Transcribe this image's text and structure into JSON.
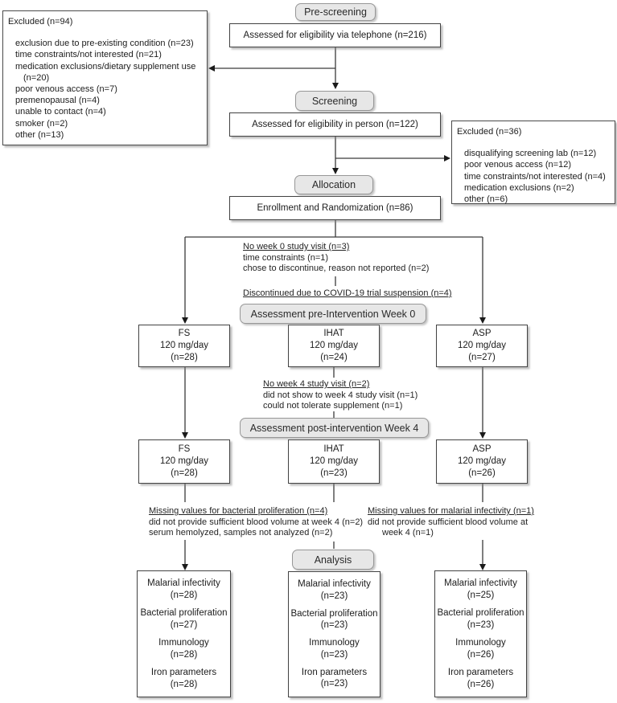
{
  "stages": {
    "pre_screening": "Pre-screening",
    "screening": "Screening",
    "allocation": "Allocation",
    "week0": "Assessment pre-Intervention Week 0",
    "week4": "Assessment post-intervention Week 4",
    "analysis": "Analysis"
  },
  "main_boxes": {
    "telephone": "Assessed for eligibility via telephone (n=216)",
    "in_person": "Assessed for eligibility in person (n=122)",
    "enrollment": "Enrollment and Randomization (n=86)"
  },
  "excluded_prescreening": {
    "title": "Excluded (n=94)",
    "items": [
      "exclusion due to pre-existing condition (n=23)",
      "time constraints/not interested (n=21)",
      "medication exclusions/dietary supplement use (n=20)",
      "poor venous access (n=7)",
      "premenopausal (n=4)",
      "unable to contact (n=4)",
      "smoker (n=2)",
      "other (n=13)"
    ]
  },
  "excluded_screening": {
    "title": "Excluded (n=36)",
    "items": [
      "disqualifying screening lab (n=12)",
      "poor venous access (n=12)",
      "time constraints/not interested (n=4)",
      "medication exclusions (n=2)",
      "other (n=6)"
    ]
  },
  "notes": {
    "no_week0": {
      "title": "No week 0 study visit (n=3)",
      "lines": [
        "time constraints (n=1)",
        "chose to discontinue, reason not reported (n=2)"
      ]
    },
    "covid": {
      "title": "Discontinued due to COVID-19 trial suspension (n=4)"
    },
    "no_week4": {
      "title": "No week 4 study visit (n=2)",
      "lines": [
        "did not show to week 4 study visit (n=1)",
        "could not tolerate supplement (n=1)"
      ]
    },
    "missing_bacterial": {
      "title": "Missing values for bacterial proliferation (n=4)",
      "lines": [
        "did not provide sufficient blood volume at week 4 (n=2)",
        "serum hemolyzed, samples not analyzed (n=2)"
      ]
    },
    "missing_malarial": {
      "title": "Missing values for malarial infectivity (n=1)",
      "lines": [
        "did not provide sufficient blood volume at",
        "week 4 (n=1)"
      ]
    }
  },
  "arms_week0": [
    {
      "name": "FS",
      "dose": "120 mg/day",
      "n": "(n=28)"
    },
    {
      "name": "IHAT",
      "dose": "120 mg/day",
      "n": "(n=24)"
    },
    {
      "name": "ASP",
      "dose": "120 mg/day",
      "n": "(n=27)"
    }
  ],
  "arms_week4": [
    {
      "name": "FS",
      "dose": "120 mg/day",
      "n": "(n=28)"
    },
    {
      "name": "IHAT",
      "dose": "120 mg/day",
      "n": "(n=23)"
    },
    {
      "name": "ASP",
      "dose": "120 mg/day",
      "n": "(n=26)"
    }
  ],
  "analysis_boxes": [
    {
      "entries": [
        {
          "label": "Malarial infectivity",
          "n": "(n=28)"
        },
        {
          "label": "Bacterial proliferation",
          "n": "(n=27)"
        },
        {
          "label": "Immunology",
          "n": "(n=28)"
        },
        {
          "label": "Iron parameters",
          "n": "(n=28)"
        }
      ]
    },
    {
      "entries": [
        {
          "label": "Malarial infectivity",
          "n": "(n=23)"
        },
        {
          "label": "Bacterial proliferation",
          "n": "(n=23)"
        },
        {
          "label": "Immunology",
          "n": "(n=23)"
        },
        {
          "label": "Iron parameters",
          "n": "(n=23)"
        }
      ]
    },
    {
      "entries": [
        {
          "label": "Malarial infectivity",
          "n": "(n=25)"
        },
        {
          "label": "Bacterial proliferation",
          "n": "(n=23)"
        },
        {
          "label": "Immunology",
          "n": "(n=26)"
        },
        {
          "label": "Iron parameters",
          "n": "(n=26)"
        }
      ]
    }
  ],
  "colors": {
    "box_border": "#424242",
    "label_fill": "#e7e7e7",
    "label_border": "#979797",
    "line": "#3a3a3a"
  }
}
